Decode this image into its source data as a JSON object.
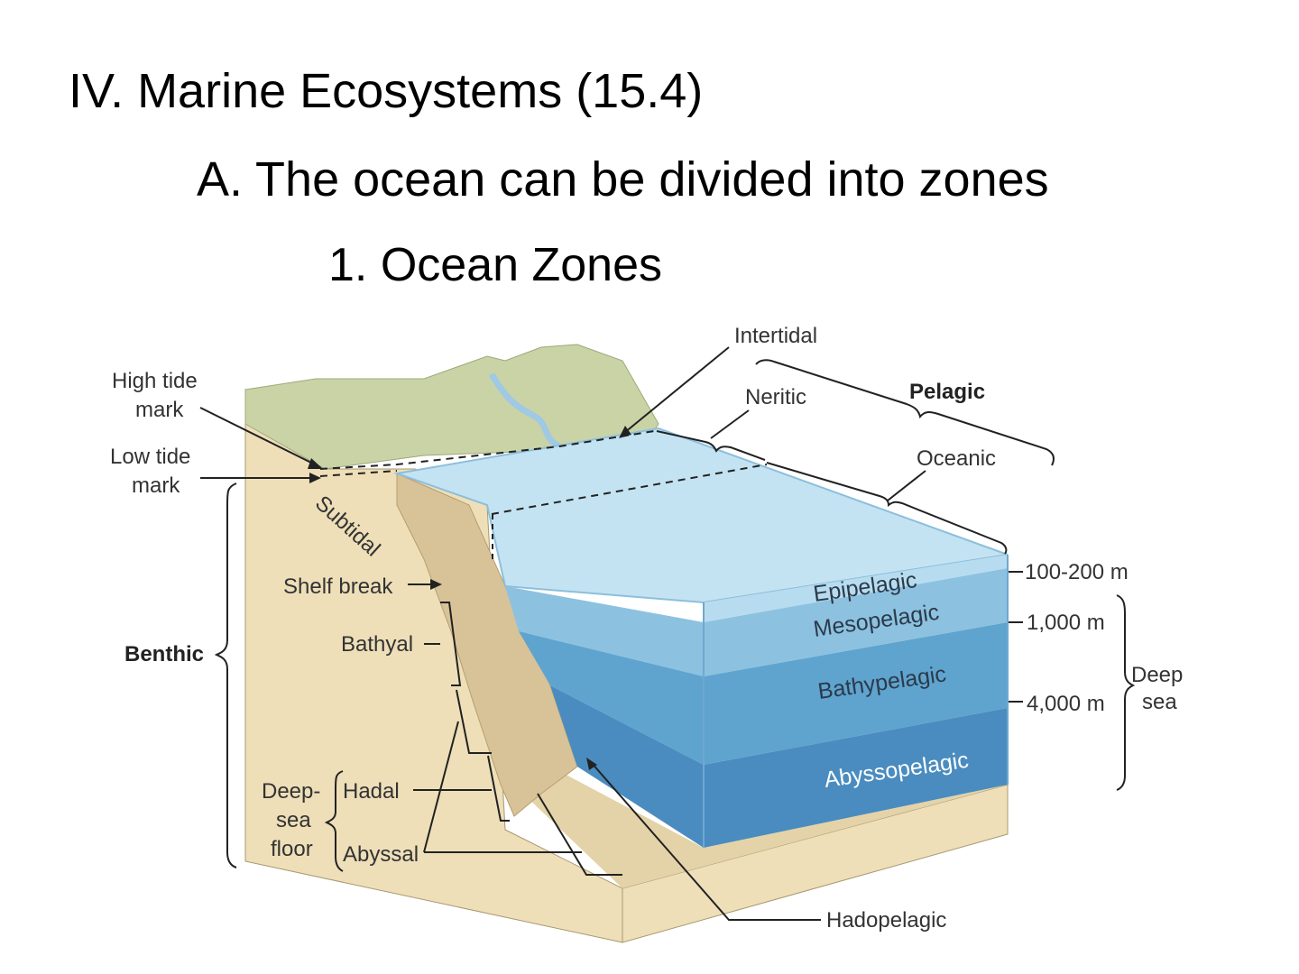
{
  "slide": {
    "heading": "IV. Marine Ecosystems (15.4)",
    "subheading": "A. The ocean can be divided into zones",
    "subsubheading": "1. Ocean Zones"
  },
  "diagram": {
    "labels": {
      "high_tide": [
        "High tide",
        "mark"
      ],
      "low_tide": [
        "Low tide",
        "mark"
      ],
      "subtidal": "Subtidal",
      "shelf_break": "Shelf break",
      "bathyal": "Bathyal",
      "benthic": "Benthic",
      "deep_sea_floor": [
        "Deep-",
        "sea",
        "floor"
      ],
      "hadal": "Hadal",
      "abyssal": "Abyssal",
      "intertidal": "Intertidal",
      "neritic": "Neritic",
      "pelagic": "Pelagic",
      "oceanic": "Oceanic",
      "epipelagic": "Epipelagic",
      "mesopelagic": "Mesopelagic",
      "bathypelagic": "Bathypelagic",
      "abyssopelagic": "Abyssopelagic",
      "hadopelagic": "Hadopelagic",
      "deep_sea": [
        "Deep",
        "sea"
      ]
    },
    "depths": [
      "100-200 m",
      "1,000 m",
      "4,000 m"
    ],
    "colors": {
      "land": "#c9d3a6",
      "sediment": "#eedfb9",
      "epipelagic_water": "#c4e3f2",
      "mesopelagic_water": "#8cc2e0",
      "bathypelagic_water": "#5fa4cf",
      "abyssopelagic_water": "#4a8cbf",
      "slope": "#d8c297"
    }
  }
}
